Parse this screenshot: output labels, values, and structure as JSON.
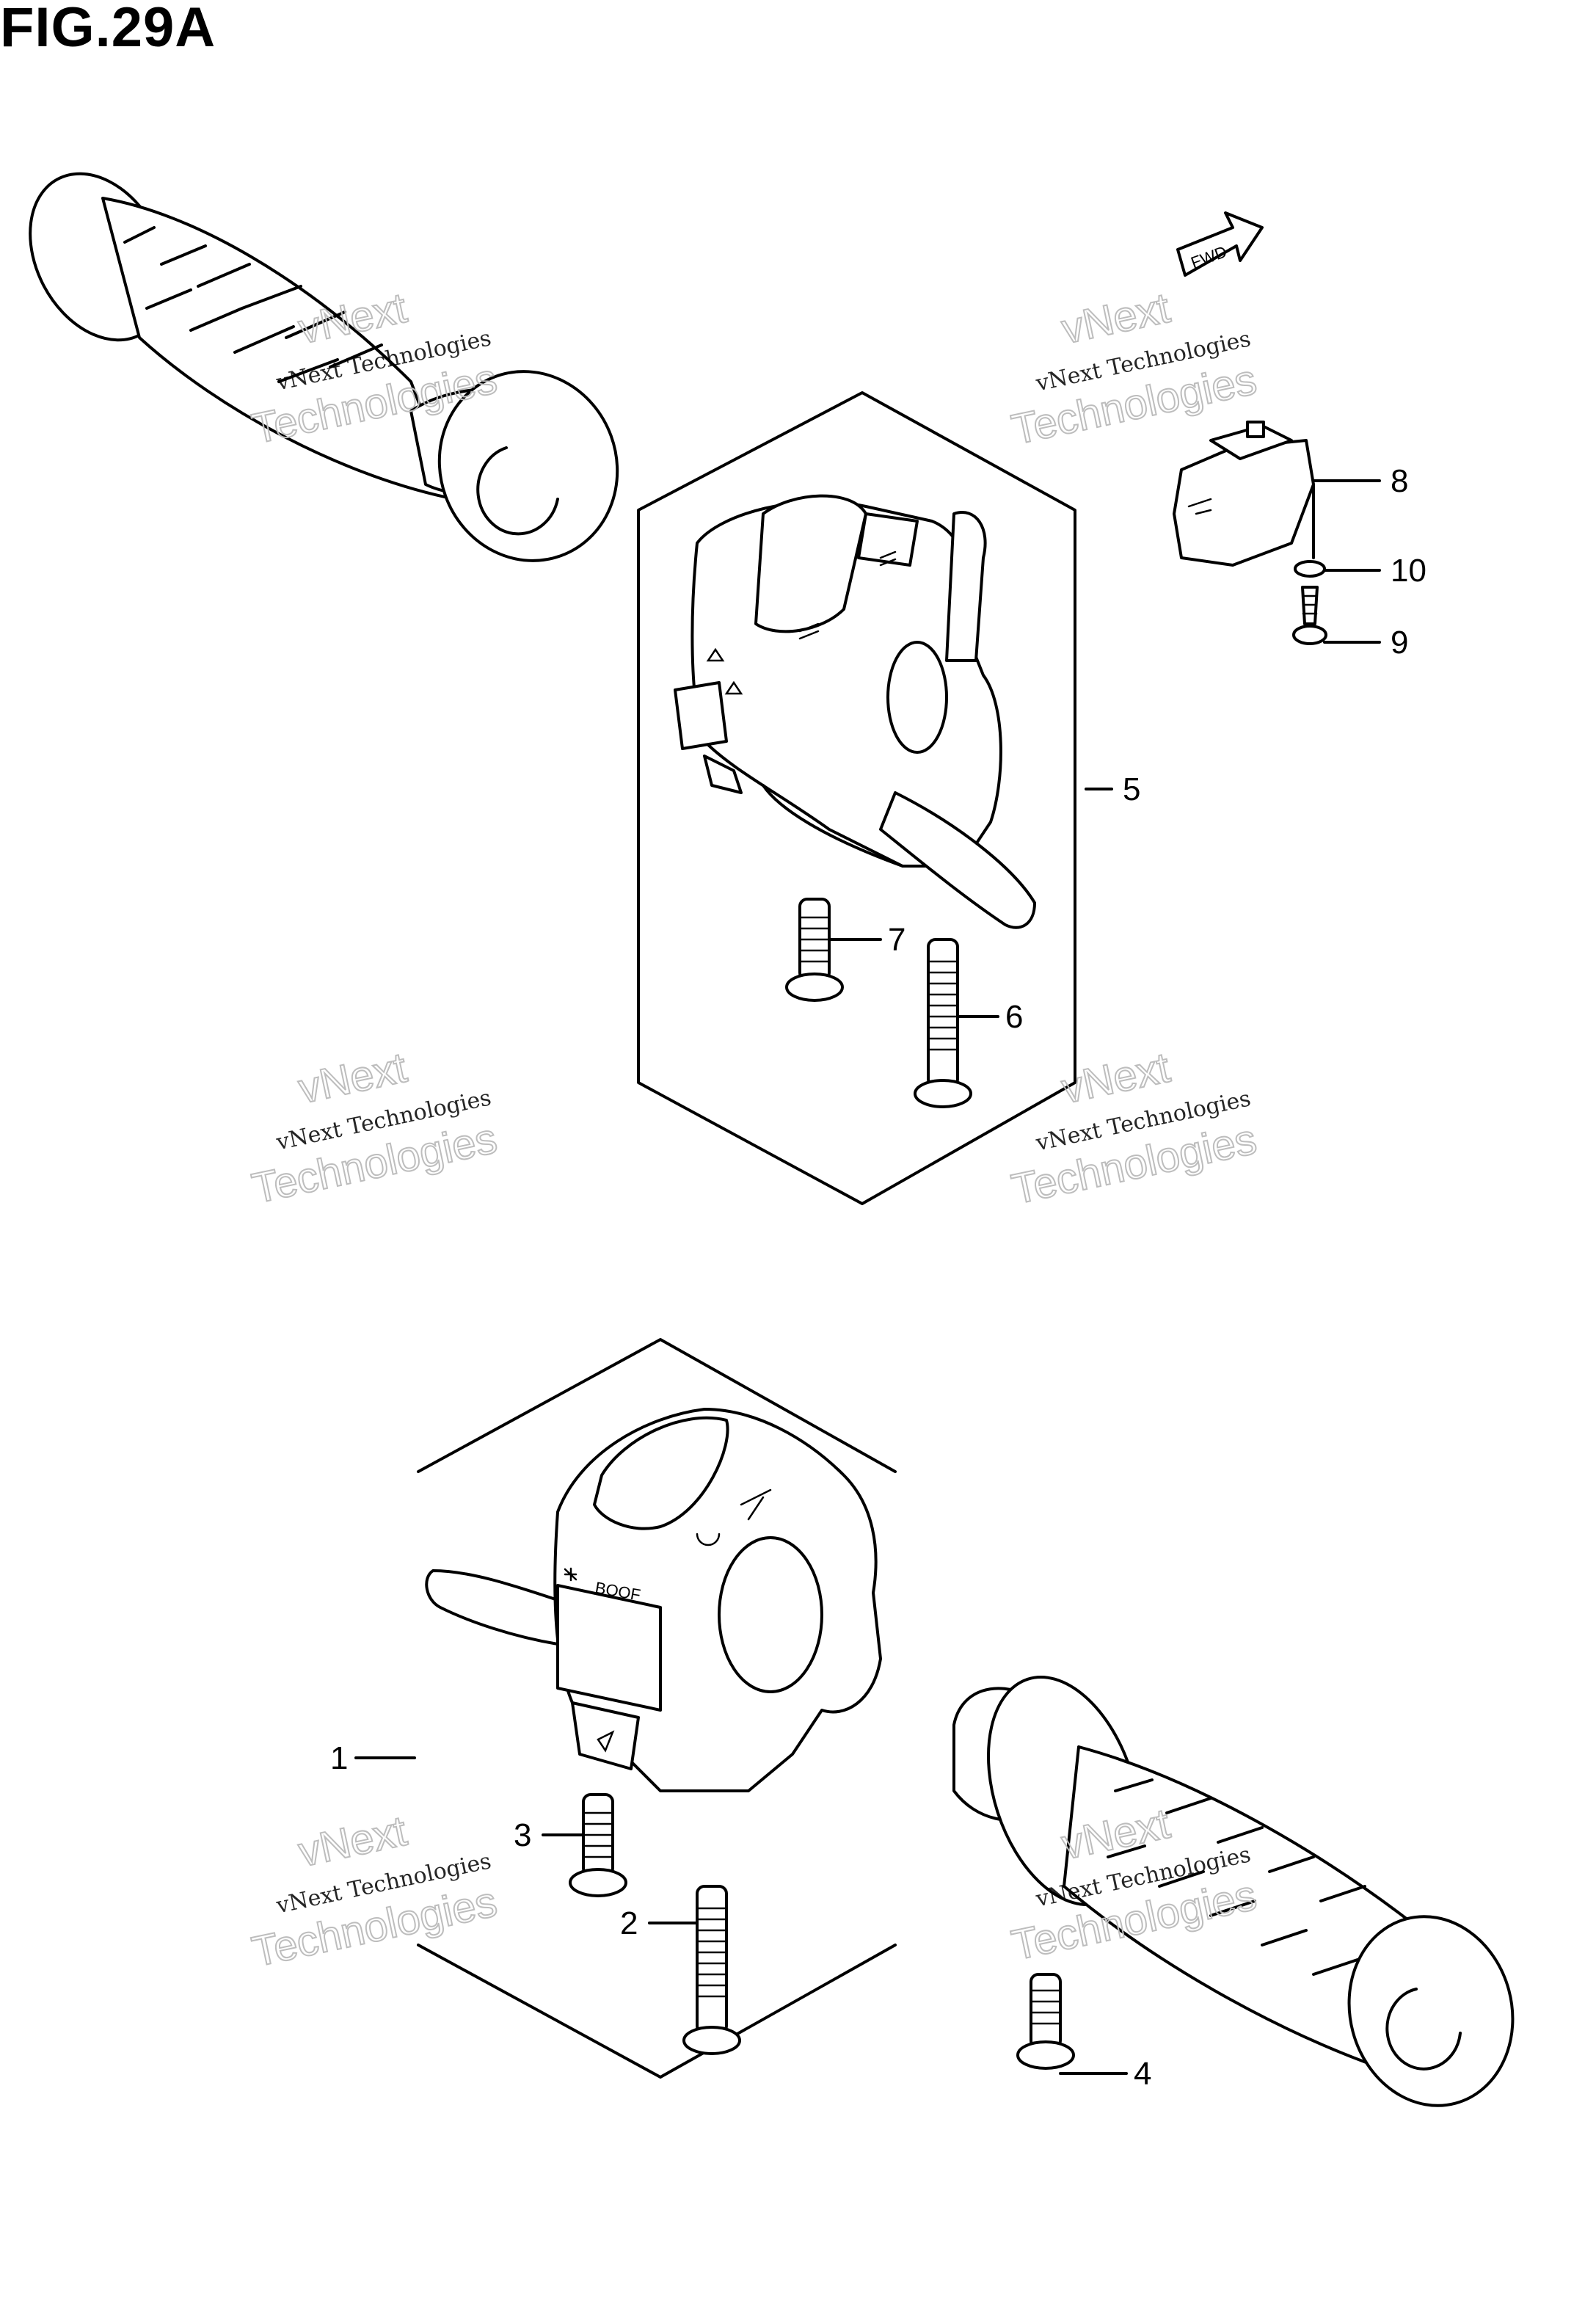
{
  "figure_title": "FIG.29A",
  "fwd_label": "FWD",
  "switch_labels": {
    "left_switch_mark": "BOOF"
  },
  "callouts": [
    {
      "id": "callout-1",
      "label": "1"
    },
    {
      "id": "callout-2",
      "label": "2"
    },
    {
      "id": "callout-3",
      "label": "3"
    },
    {
      "id": "callout-4",
      "label": "4"
    },
    {
      "id": "callout-5",
      "label": "5"
    },
    {
      "id": "callout-6",
      "label": "6"
    },
    {
      "id": "callout-7",
      "label": "7"
    },
    {
      "id": "callout-8",
      "label": "8"
    },
    {
      "id": "callout-9",
      "label": "9"
    },
    {
      "id": "callout-10",
      "label": "10"
    }
  ],
  "watermark": {
    "line1": "vNext Technologies",
    "line2_big": "Technologies",
    "line2_top": "vNext"
  }
}
